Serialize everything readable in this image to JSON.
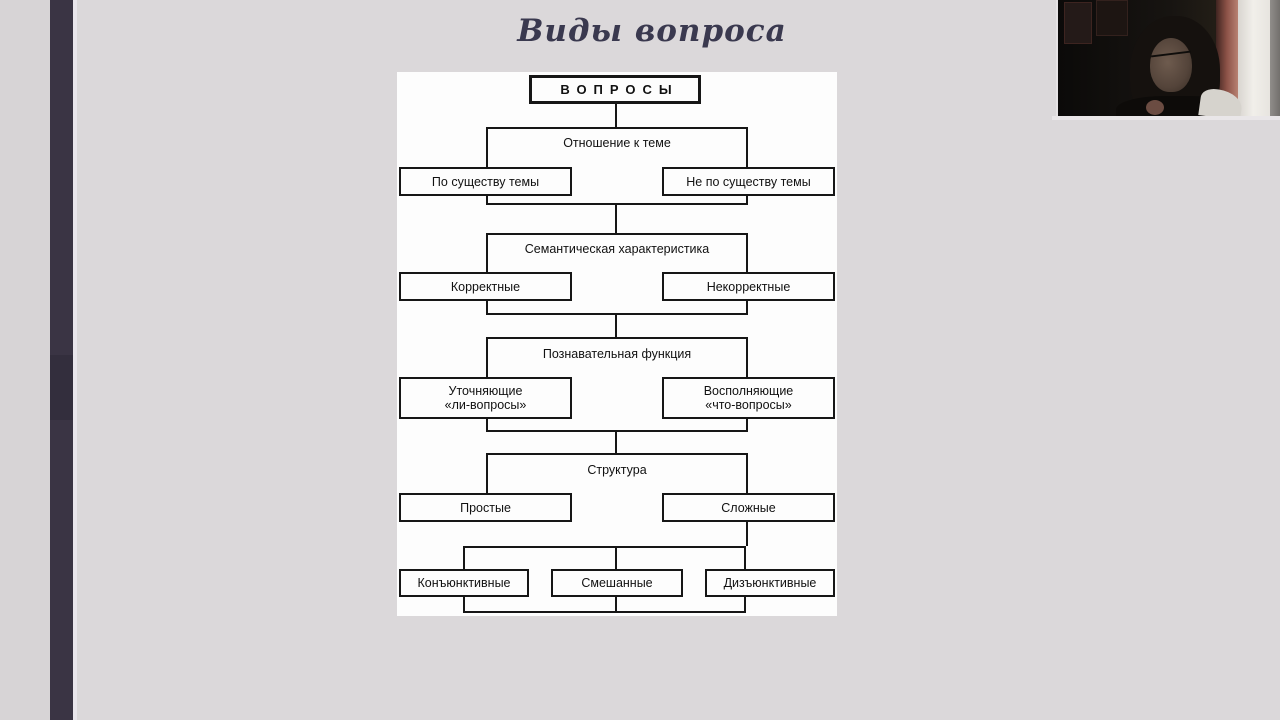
{
  "slide": {
    "title": "Виды вопроса"
  },
  "colors": {
    "page_bg": "#dbd8da",
    "accent_bar": "#3a3444",
    "title_text": "#3a394f",
    "diagram_bg": "#fdfdfd",
    "diagram_line": "#161616",
    "webcam_bg": "#15130f",
    "webcam_window": "#f1efea",
    "webcam_curtain": "#8c5247"
  },
  "diagram": {
    "root_label": "ВОПРОСЫ",
    "sections": [
      {
        "label": "Отношение к теме",
        "left": [
          "По существу темы"
        ],
        "right": [
          "Не по существу темы"
        ]
      },
      {
        "label": "Семантическая характеристика",
        "left": [
          "Корректные"
        ],
        "right": [
          "Некорректные"
        ]
      },
      {
        "label": "Познавательная функция",
        "left": [
          "Уточняющие",
          "«ли-вопросы»"
        ],
        "right": [
          "Восполняющие",
          "«что-вопросы»"
        ]
      },
      {
        "label": "Структура",
        "left": [
          "Простые"
        ],
        "right": [
          "Сложные"
        ]
      }
    ],
    "bottom_row": [
      "Конъюнктивные",
      "Смешанные",
      "Дизъюнктивные"
    ]
  }
}
